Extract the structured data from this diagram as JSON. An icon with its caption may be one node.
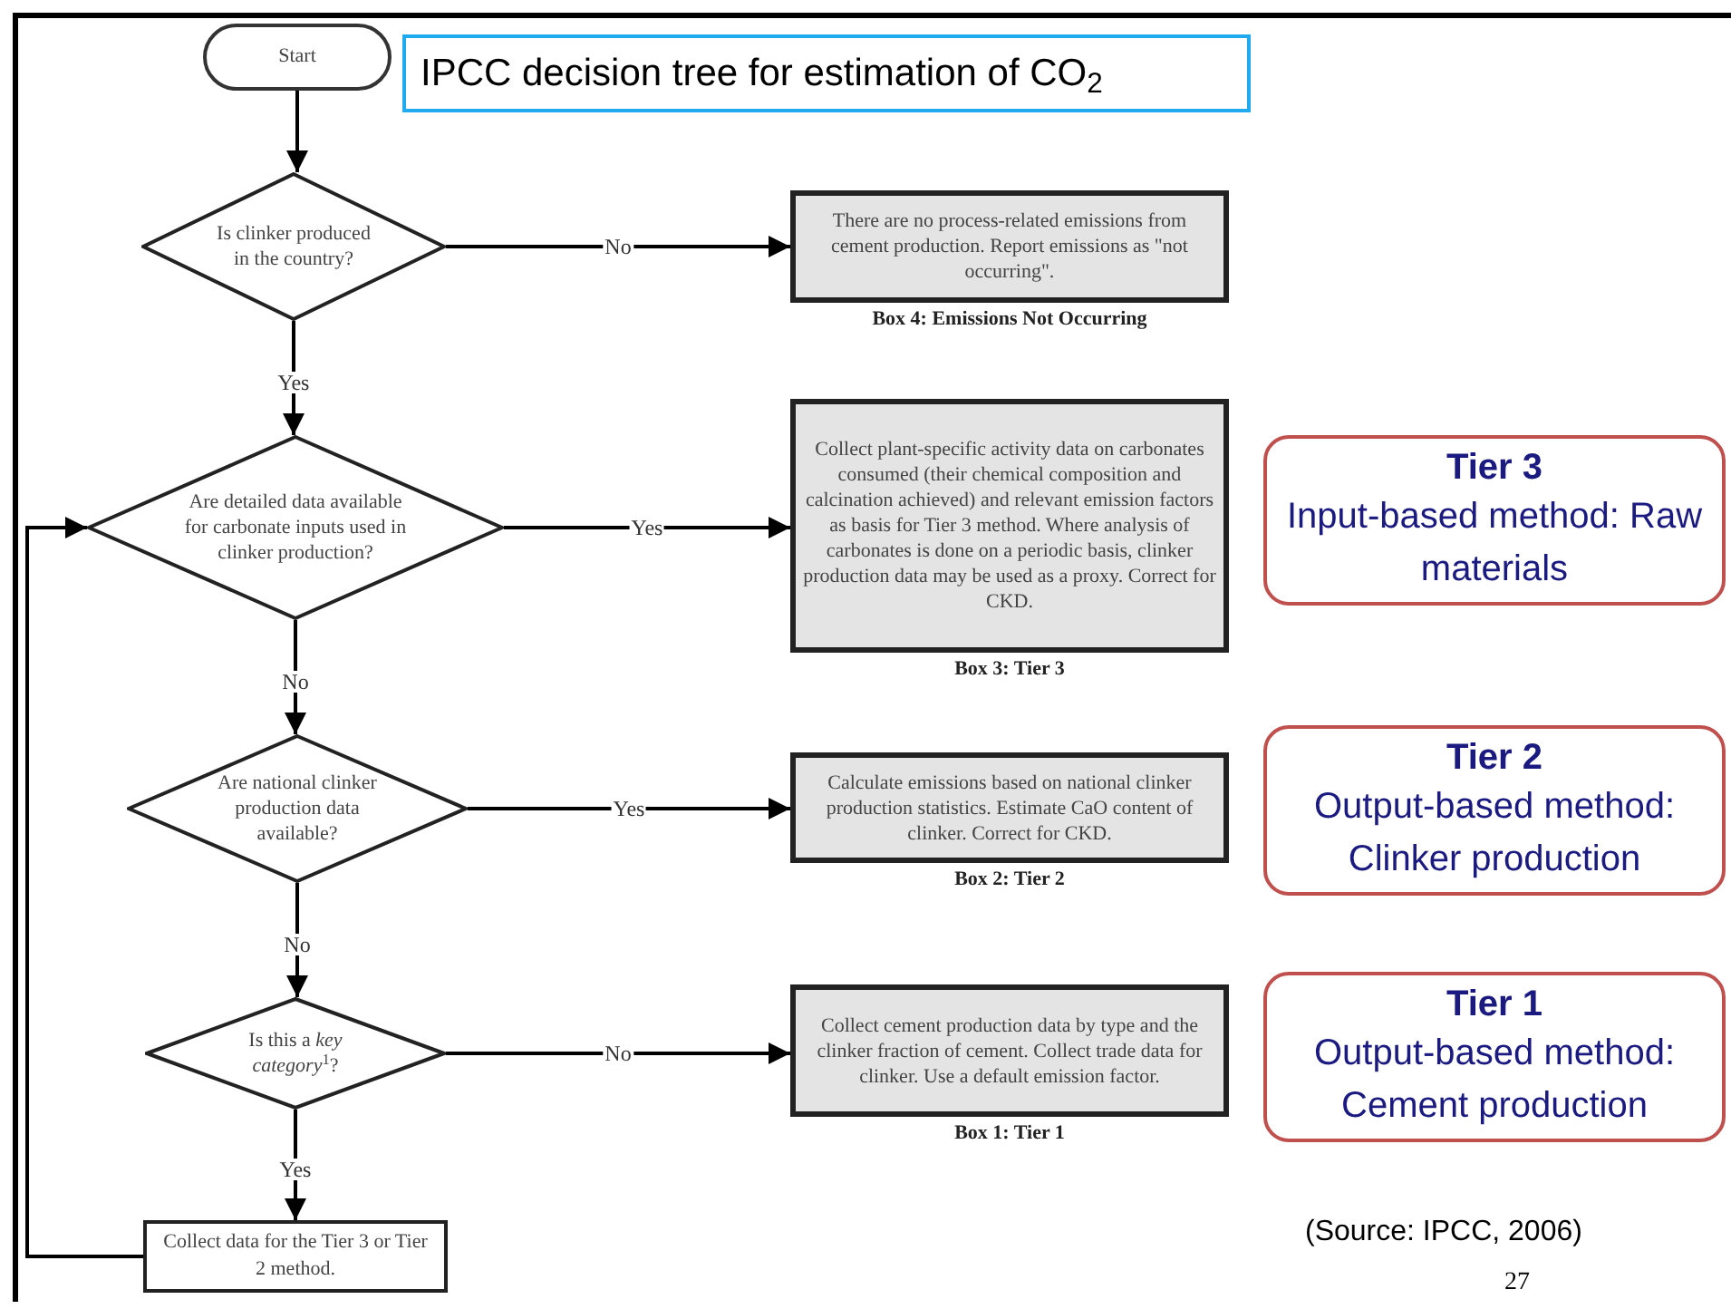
{
  "diagram": {
    "title": "IPCC decision tree for estimation of CO$_{2}$",
    "nodes": [
      {
        "text": [
          "Start"
        ]
      },
      {
        "text": [
          "Is clinker produced in the country?"
        ]
      },
      {
        "text": [
          "There are no process-related emissions from cement production. Report emissions as \"not occurring\".",
          "Box 4: Emissions Not Occurring"
        ]
      },
      {
        "text": [
          "Are detailed data available for carbonate inputs used in clinker production?"
        ]
      },
      {
        "text": [
          "Collect plant-specific activity data on carbonates consumed (their chemical composition and calcination achieved) and relevant emission factors as basis for Tier 3 method. Where analysis of carbonates is done on a periodic basis, clinker production data may be used as a proxy. Correct for CKD.",
          "Box 3: Tier 3"
        ]
      },
      {
        "text": [
          "Are national clinker production data available?"
        ]
      },
      {
        "text": [
          "Calculate emissions based on national clinker production statistics. Estimate CaO content of clinker. Correct for CKD.",
          "Box 2: Tier 2"
        ]
      },
      {
        "text": [
          "Is this a *key category*$^{1}$?"
        ]
      },
      {
        "text": [
          "Collect cement production data by type and the clinker fraction of cement. Collect trade data for clinker. Use a default emission factor.",
          "Box 1: Tier 1"
        ]
      },
      {
        "text": [
          "Collect data for the Tier 3 or Tier 2 method."
        ]
      },
      {
        "text": [
          "Tier 3",
          "Input-based method: Raw materials"
        ]
      },
      {
        "text": [
          "Tier 2",
          "Output-based method: Clinker production"
        ]
      },
      {
        "text": [
          "Tier 1",
          "Output-based method: Cement production"
        ]
      }
    ],
    "edges": [
      {
        "from": 0,
        "to": 1,
        "arrow": "to"
      },
      {
        "from": 1,
        "to": 2,
        "label": "No",
        "arrow": "to"
      },
      {
        "from": 1,
        "to": 3,
        "label": "Yes",
        "arrow": "to"
      },
      {
        "from": 3,
        "to": 4,
        "label": "Yes",
        "arrow": "to"
      },
      {
        "from": 3,
        "to": 5,
        "label": "No",
        "arrow": "to"
      },
      {
        "from": 5,
        "to": 6,
        "label": "Yes",
        "arrow": "to"
      },
      {
        "from": 5,
        "to": 7,
        "label": "No",
        "arrow": "to"
      },
      {
        "from": 7,
        "to": 8,
        "label": "No",
        "arrow": "to"
      },
      {
        "from": 7,
        "to": 9,
        "label": "Yes",
        "arrow": "to"
      },
      {
        "from": 9,
        "to": 3,
        "arrow": "to"
      }
    ],
    "labels": [
      "(Source: IPCC, 2006)",
      "27"
    ]
  }
}
